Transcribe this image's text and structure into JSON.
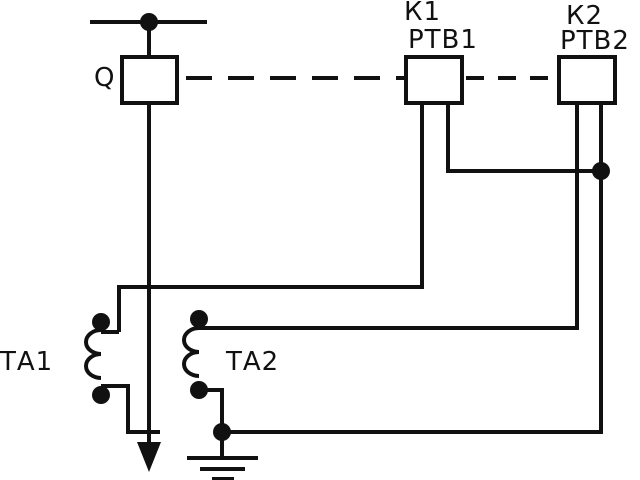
{
  "labels": {
    "breaker": "Q",
    "relay1_id": "К1",
    "relay1_type": "РТВ1",
    "relay2_id": "К2",
    "relay2_type": "РТВ2",
    "ct1": "ТА1",
    "ct2": "ТА2"
  },
  "colors": {
    "line": "#111111",
    "background": "#ffffff"
  }
}
